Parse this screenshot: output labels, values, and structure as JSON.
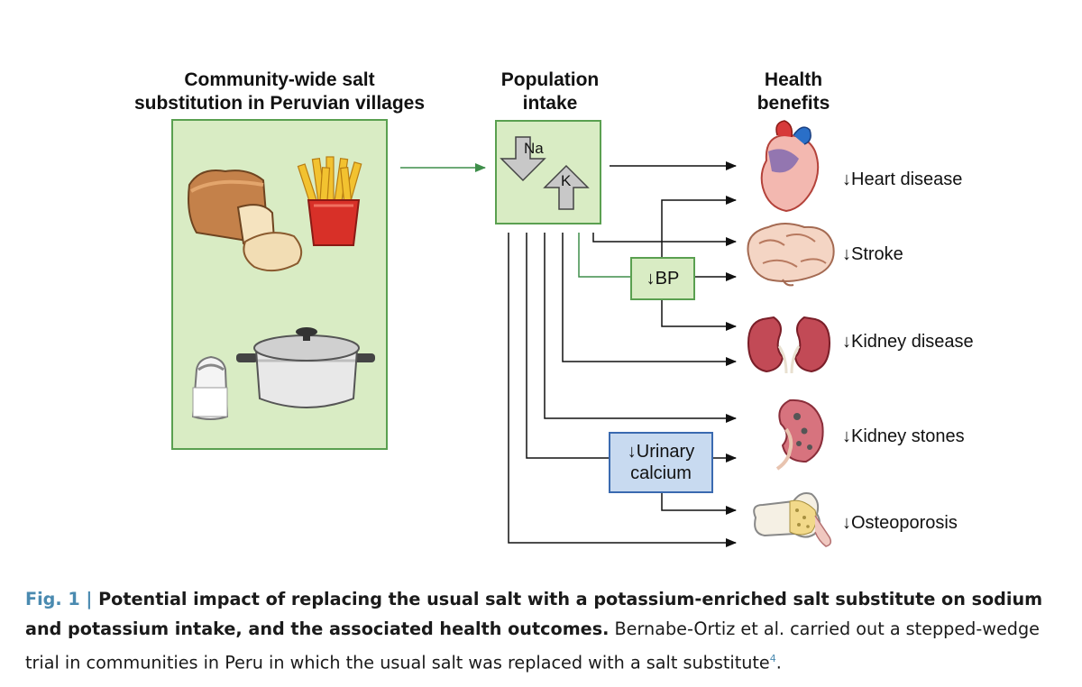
{
  "headers": {
    "left": [
      "Community-wide salt",
      "substitution in Peruvian villages"
    ],
    "middle": [
      "Population",
      "intake"
    ],
    "right": [
      "Health",
      "benefits"
    ]
  },
  "intake_box": {
    "na": "Na",
    "k": "K"
  },
  "bp_box": "↓BP",
  "urinary_box": [
    "↓Urinary",
    "calcium"
  ],
  "outcomes": [
    {
      "label": "↓Heart disease",
      "icon": "heart-icon"
    },
    {
      "label": "↓Stroke",
      "icon": "brain-icon"
    },
    {
      "label": "↓Kidney disease",
      "icon": "kidneys-icon"
    },
    {
      "label": "↓Kidney stones",
      "icon": "kidney-stone-icon"
    },
    {
      "label": "↓Osteoporosis",
      "icon": "bone-icon"
    }
  ],
  "foods": [
    "bread-icon",
    "fries-icon",
    "salt-shaker-icon",
    "cooking-pot-icon"
  ],
  "colors": {
    "green_box": "#d9ecc4",
    "green_border": "#5aa050",
    "blue_box": "#c8daf0",
    "blue_border": "#3a6ab0",
    "caption_accent": "#4a8ab0"
  },
  "caption": {
    "fig": "Fig. 1 | ",
    "title": "Potential impact of replacing the usual salt with a potassium-enriched salt substitute on sodium and potassium intake, and the associated health outcomes.",
    "body": " Bernabe-Ortiz et al. carried out a stepped-wedge trial in communities in Peru in which the usual salt was replaced with a salt substitute",
    "ref": "4",
    "end": "."
  }
}
